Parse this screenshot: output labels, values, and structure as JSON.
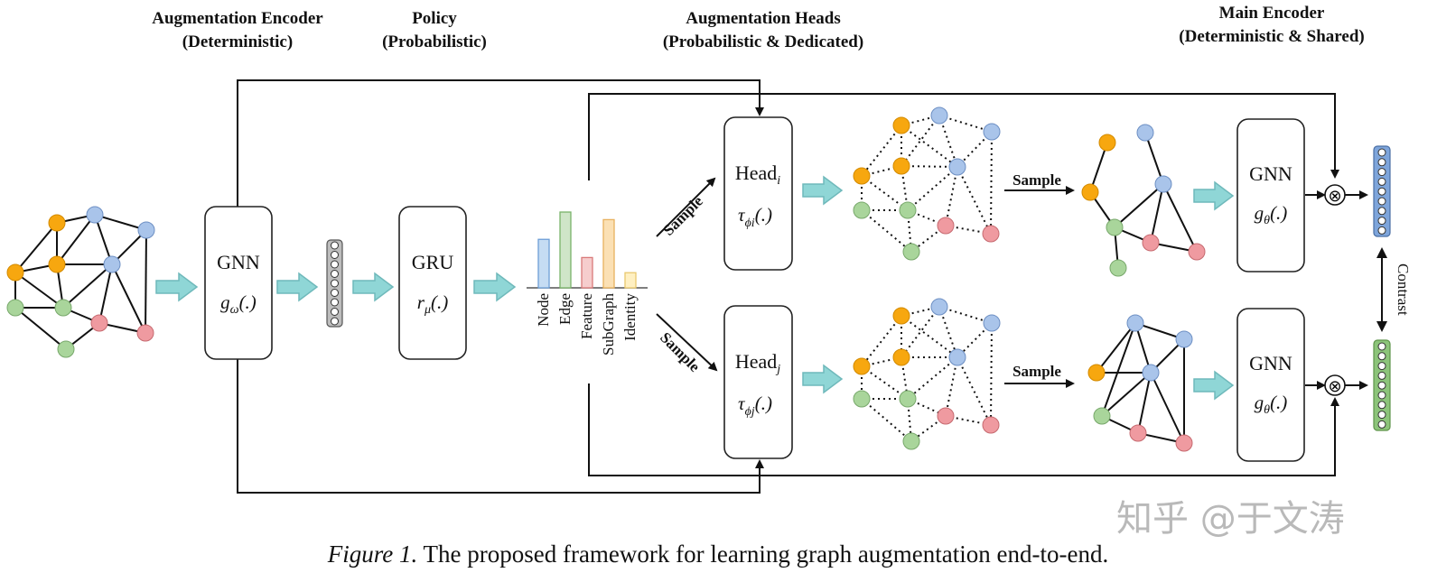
{
  "headers": {
    "aug_encoder": [
      "Augmentation Encoder",
      "(Deterministic)"
    ],
    "policy": [
      "Policy",
      "(Probabilistic)"
    ],
    "aug_heads": [
      "Augmentation Heads",
      "(Probabilistic & Dedicated)"
    ],
    "main_encoder": [
      "Main Encoder",
      "(Deterministic & Shared)"
    ]
  },
  "boxes": {
    "gnn_aug": {
      "label": "GNN",
      "func": "g",
      "sub": "ω",
      "args": "(.)"
    },
    "gru": {
      "label": "GRU",
      "func": "r",
      "sub": "μ",
      "args": "(.)"
    },
    "head_i": {
      "label": "Head",
      "label_sub": "i",
      "func": "τ",
      "sub": "ϕi",
      "args": "(.)"
    },
    "head_j": {
      "label": "Head",
      "label_sub": "j",
      "func": "τ",
      "sub": "ϕj",
      "args": "(.)"
    },
    "gnn_main_top": {
      "label": "GNN",
      "func": "g",
      "sub": "θ",
      "args": "(.)"
    },
    "gnn_main_bottom": {
      "label": "GNN",
      "func": "g",
      "sub": "θ",
      "args": "(.)"
    }
  },
  "chart_data": {
    "type": "bar",
    "categories": [
      "Node",
      "Edge",
      "Feature",
      "SubGraph",
      "Identity"
    ],
    "values": [
      0.64,
      1.0,
      0.4,
      0.9,
      0.2
    ],
    "colors": [
      "#c5dcf3",
      "#cfe5c8",
      "#f6cdcd",
      "#fbe0b4",
      "#fff0c2"
    ],
    "strokes": [
      "#6d9ed6",
      "#79b36a",
      "#d97a7a",
      "#e8b15e",
      "#e9c86e"
    ]
  },
  "labels": {
    "sample": "Sample",
    "contrast": "Contrast",
    "otimes": "⊗"
  },
  "colors": {
    "orange": "#f7a70f",
    "blue": "#a9c4ea",
    "green": "#a9d59b",
    "red": "#ef9aa0",
    "teal_arrow": "#8fd6d6"
  },
  "caption": {
    "label": "Figure 1.",
    "text": "The proposed framework for learning graph augmentation end-to-end."
  },
  "watermark": "知乎 @于文涛"
}
